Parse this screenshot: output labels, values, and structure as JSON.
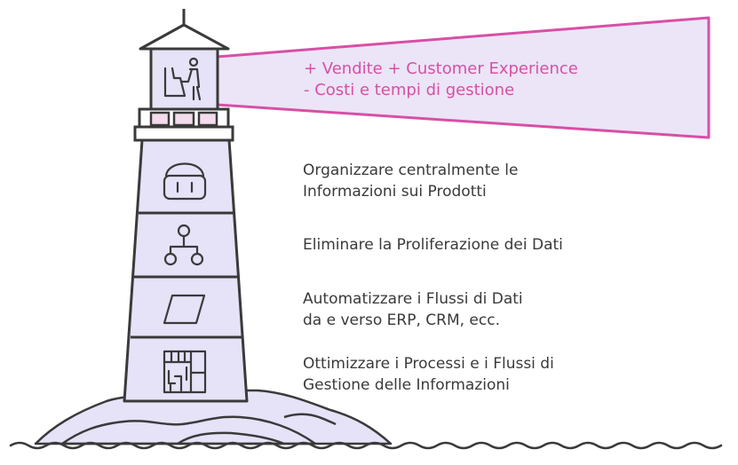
{
  "beam": {
    "line1": "+  Vendite + Customer Experience",
    "line2": "-   Costi e tempi di gestione"
  },
  "levels": [
    {
      "icon": "basket-icon",
      "line1": "Organizzare centralmente le",
      "line2": "Informazioni sui Prodotti"
    },
    {
      "icon": "hierarchy-icon",
      "line1": "Eliminare la Proliferazione dei Dati",
      "line2": ""
    },
    {
      "icon": "parallelogram-icon",
      "line1": "Automatizzare i Flussi di Dati",
      "line2": "da e verso ERP, CRM, ecc."
    },
    {
      "icon": "floorplan-icon",
      "line1": "Ottimizzare i Processi e i Flussi di",
      "line2": "Gestione delle Informazioni"
    }
  ],
  "colors": {
    "tower_fill": "#e6e2f7",
    "stroke": "#3a3a3a",
    "beam_stroke": "#d84fa6",
    "beam_fill": "#ebe5f7",
    "lantern_accent": "#f4dcec"
  }
}
